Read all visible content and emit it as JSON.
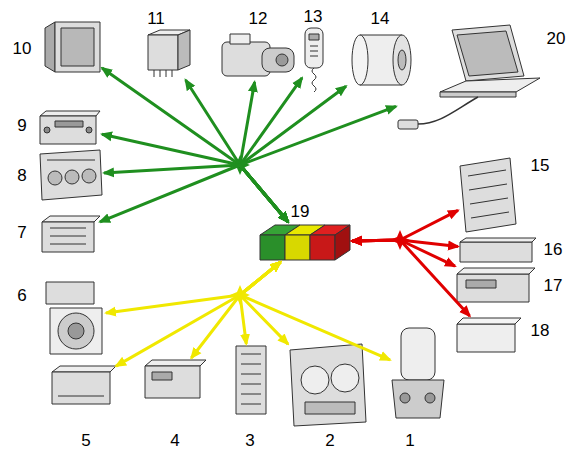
{
  "diagram": {
    "nodes": [
      {
        "text": [
          "10"
        ]
      },
      {
        "text": [
          "11"
        ]
      },
      {
        "text": [
          "12"
        ]
      },
      {
        "text": [
          "13"
        ]
      },
      {
        "text": [
          "14"
        ]
      },
      {
        "text": [
          "20"
        ]
      },
      {
        "text": [
          "9"
        ]
      },
      {
        "text": [
          "8"
        ]
      },
      {
        "text": [
          "15"
        ]
      },
      {
        "text": [
          "19"
        ]
      },
      {
        "text": [
          "7"
        ]
      },
      {
        "text": [
          "16"
        ]
      },
      {
        "text": [
          "17"
        ]
      },
      {
        "text": [
          "6"
        ]
      },
      {
        "text": [
          "18"
        ]
      },
      {
        "text": [
          "5"
        ]
      },
      {
        "text": [
          "4"
        ]
      },
      {
        "text": [
          "3"
        ]
      },
      {
        "text": [
          "2"
        ]
      },
      {
        "text": [
          "1"
        ]
      }
    ],
    "edges": [
      {
        "from": 9,
        "to": 0,
        "arrow": "both"
      },
      {
        "from": 9,
        "to": 1,
        "arrow": "both"
      },
      {
        "from": 9,
        "to": 2,
        "arrow": "both"
      },
      {
        "from": 9,
        "to": 3,
        "arrow": "both"
      },
      {
        "from": 9,
        "to": 4,
        "arrow": "both"
      },
      {
        "from": 9,
        "to": 5,
        "arrow": "both"
      },
      {
        "from": 9,
        "to": 6,
        "arrow": "both"
      },
      {
        "from": 9,
        "to": 7,
        "arrow": "both"
      },
      {
        "from": 9,
        "to": 10,
        "arrow": "both"
      },
      {
        "from": 9,
        "to": 8,
        "arrow": "both"
      },
      {
        "from": 9,
        "to": 11,
        "arrow": "both"
      },
      {
        "from": 9,
        "to": 12,
        "arrow": "both"
      },
      {
        "from": 9,
        "to": 14,
        "arrow": "both"
      },
      {
        "from": 9,
        "to": 13,
        "arrow": "both"
      },
      {
        "from": 9,
        "to": 15,
        "arrow": "both"
      },
      {
        "from": 9,
        "to": 16,
        "arrow": "both"
      },
      {
        "from": 9,
        "to": 17,
        "arrow": "both"
      },
      {
        "from": 9,
        "to": 18,
        "arrow": "both"
      },
      {
        "from": 9,
        "to": 19,
        "arrow": "both"
      }
    ]
  }
}
